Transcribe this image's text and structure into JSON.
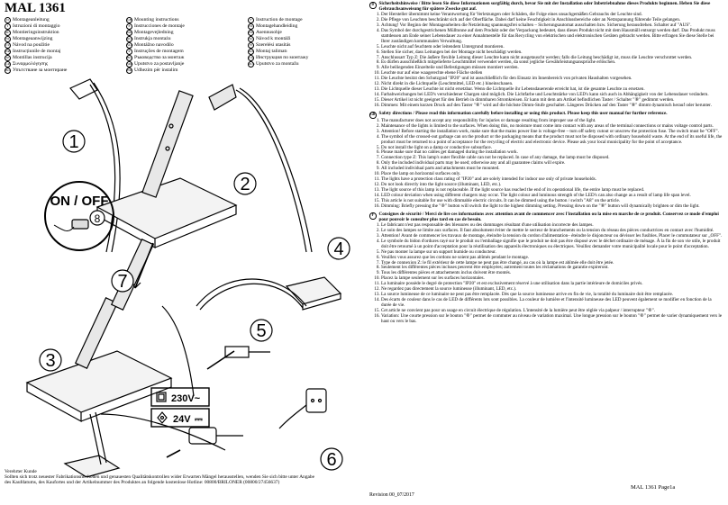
{
  "title": "MAL 1361",
  "languages": [
    {
      "code": "D",
      "text": "Montageanleitung"
    },
    {
      "code": "GB",
      "text": "Mounting instructions"
    },
    {
      "code": "F",
      "text": "Instruction de montage"
    },
    {
      "code": "I",
      "text": "Istruzioni di montaggio"
    },
    {
      "code": "E",
      "text": "Instrucciones de montaje"
    },
    {
      "code": "NL",
      "text": "Montagehandleiding"
    },
    {
      "code": "PL",
      "text": "Montieringsinstruktion"
    },
    {
      "code": "DK",
      "text": "Montagevejledning"
    },
    {
      "code": "FIN",
      "text": "Asennusohje"
    },
    {
      "code": "NL",
      "text": "Montageaanwijzing"
    },
    {
      "code": "RUS",
      "text": "Instrukja montażu"
    },
    {
      "code": "SK",
      "text": "Návod k montáži"
    },
    {
      "code": "CZ",
      "text": "Návod na použitie"
    },
    {
      "code": "SLO",
      "text": "Montážno navodilo"
    },
    {
      "code": "H",
      "text": "Szerelési utasítás"
    },
    {
      "code": "HR",
      "text": "Instrucțiunile de montaj"
    },
    {
      "code": "P",
      "text": "Instruções de montagem"
    },
    {
      "code": "RO",
      "text": "Montaj talimatı"
    },
    {
      "code": "SE",
      "text": "Montillas instrucija"
    },
    {
      "code": "BG",
      "text": "Ръководство за монтаж"
    },
    {
      "code": "UA",
      "text": "Инструкция по монтажу"
    },
    {
      "code": "GR",
      "text": "Συναρμολόγησης"
    },
    {
      "code": "SRB",
      "text": "Uputstvo za postavljanje"
    },
    {
      "code": "RUS",
      "text": "Uputstvo za montažu"
    },
    {
      "code": "BG",
      "text": "Упътстване за монтиране"
    },
    {
      "code": "HR",
      "text": "Udhezim për instalim"
    }
  ],
  "illustration": {
    "step1": "1",
    "step2": "2",
    "step3": "3",
    "step4": "4",
    "step5": "5",
    "step6": "6",
    "step7": "7",
    "step8": "8",
    "switch_label": "ON / OFF",
    "voltage_230": "230V~",
    "voltage_24": "24V",
    "voltage_24_sym": "⎓"
  },
  "footer": {
    "lines": [
      "Verehrter Kunde",
      "Sollten sich trotz neuester Fabrikationsmethoden und genauesten Qualitätskontrollen wider Erwarten Mängel herausstellen, wenden Sie sich bitte unter Angabe",
      "des Kaufdatums, des Kaufortes und der Artikelnummer des Produktes an folgende kostenlose Hotline: 00800/BRILONER (00800/27456637)"
    ]
  },
  "sections": [
    {
      "code": "D",
      "heading": "Sicherheitshinweise / Bitte lesen Sie diese Informationen sorgfältig durch, bevor Sie mit der Installation oder Inbetriebnahme dieses Produkts beginnen. Heben Sie diese Gebrauchsanweisung für spätere Zwecke gut auf.",
      "items": [
        "Der Hersteller übernimmt keine Verantwortung für Verletzungen oder Schäden, die Folge eines unsachgemäßen Gebrauchs der Leuchte sind.",
        "Die Pflege von Leuchten beschränkt sich auf der Oberfläche. Dabei darf keine Feuchtigkeit in Anschlussbereiche oder an Netzspannung führende Teile gelangen.",
        "Achtung! Vor Beginn der Montagearbeiten die Netzleitung spannungsfrei schalten – Sicherungsautomat ausschalten bzw. Sicherung herausdrehen. Schalter auf \"AUS\".",
        "Das Symbol der durchgestrichenen Mülltonne auf dem Produkt oder der Verpackung bedeutet, dass dieses Produkt nicht mit dem Hausmüll entsorgt werden darf. Das Produkt muss stattdessen am Ende seiner Lebensdauer zu einer Annahmestelle für das Recycling von elektrischen und elektronischen Geräten gebracht werden. Bitte erfragen Sie diese Stelle bei Ihrer zuständigen kommunalen Verwaltung.",
        "Leuchte nicht auf feuchtem oder leitendem Untergrund montieren.",
        "Stellen Sie sicher, dass Leitungen bei der Montage nicht beschädigt werden.",
        "Anschlussart Typ Z: Die äußere flexible Leitung dieser Leuchte kann nicht ausgetauscht werden; falls die Leitung beschädigt ist, muss die Leuchte verschrottet werden.",
        "Es dürfen ausschließlich mitgelieferte Leuchtmittel verwendet werden, da sonst jegliche Gewährleistungsansprüche erlöschen.",
        "Alle beiliegenden Einzelteile und Befestigungen müssen montiert werden.",
        "Leuchte nur auf eine waagerechte ebene Fläche stellen",
        "Die Leuchte besitzt den Schutzgrad \"IP20\" und ist ausschließlich für den Einsatz im Innenbereich von privaten Haushalten vorgesehen.",
        "Nicht direkt in die Lichtquelle (Leuchtmittel, LED etc.) hineinschauen.",
        "Die Lichtquelle dieser Leuchte ist nicht ersetzbar. Wenn die Lichtquelle ihr Lebensdauerende erreicht hat, ist die gesamte Leuchte zu ersetzen.",
        "Farbabweichungen bei LED's verschiedener Chargen sind möglich. Die Lichtfarbe und Leuchtstärke von LED's kann sich auch in Abhängigkeit von der Lebensdauer verändern.",
        "Dieser Artikel ist nicht geeignet für den Betrieb in dimmbaren Stromkreisen. Er kann mit dem am Artikel befindlichen Taster / Schalter \"⑧\" gedimmt werden.",
        "Dimmen: Mit einem kurzen Druck auf den Taster \"⑧\" wird auf die höchste Dimm-Stufe geschaltet. Längeres Drücken auf den Taster \"⑧\" dimmt dynamisch herauf oder herunter."
      ]
    },
    {
      "code": "GB",
      "heading": "Safety directions / Please read this information carefully before installing or using this product. Please keep this user manual for further reference.",
      "items": [
        "The manufacturer does not accept any responsibility for injuries or damage resulting from improper use of the light.",
        "Maintenance of the lights is limited to the surfaces. When doing this, no moisture must come into contact with any areas of the terminal connections or mains voltage control parts.",
        "Attention! Before starting the installation work, make sure that the mains power line is voltage-free – turn off safety cutout or unscrew the protection fuse. The switch must be \"OFF\".",
        "The symbol of the crossed-out garbage can on the product or the packaging means that the product must not be disposed with ordinary household waste. At the end of its useful life, the product must be returned to a point of acceptance for the recycling of electric and electronic device. Please ask your local municipality for the point of acceptance.",
        "Do not install the light on a damp or conductive subsurface.",
        "Please make sure that no cables get damaged during the installation work.",
        "Connection type Z: This lamp's outer flexible cable can not be replaced. In case of any damage, the lamp must be disposed.",
        "Only the included individual parts may be used; otherwise any and all guarantee claims will expire.",
        "All included individual parts and attachments must be mounted.",
        "Place the lamp on horizontal surfaces only.",
        "The lights have a protection class rating of \"IP20\" and are solely intended for indoor use only of private households.",
        "Do not look directly into the light source (illuminant, LED, etc.).",
        "The light source of this lamp is not replaceable. If the light source has reached the end of its operational life, the entire lamp must be replaced.",
        "LED colour deviation when using different chargers may occur. The light colour and luminous strength of the LED's can also change as a result of lamp life span level.",
        "This article is not suitable for use with dimmable electric circuits. It can be dimmed using the button / switch \"A8\" on the article.",
        "Dimming: Briefly pressing the \"⑧\" button will switch the light to the highest dimming setting. Pressing down on the \"⑧\" button will dynamically brighten or dim the light."
      ]
    },
    {
      "code": "F",
      "heading": "Consignes de sécurité / Merci de lire ces informations avec attention avant de commencer avec l'installation ou la mise en marche de ce produit. Conservez ce mode d'emploi pour pouvoir le consulter plus tard en cas de besoin.",
      "items": [
        "Le fabricant n'est pas responsable des blessures ou des dommages résultant d'une utilisation incorrecte des lampes.",
        "Le soin des lampes se limite aux surfaces. Il faut absolument éviter de mettre le secteur de branchements ou la tension du réseau des pièces conductrices en contact avec l'humidité.",
        "Attention! Avant de commencer les travaux de montage, éteindre la tension du cordon d'alimentation– éteindre le disjoncteur ou dévisser les fusibles. Placer le commutateur sur „OFF\".",
        "Le symbole du bidon d'ordures rayé sur le produit ou l'emballage signifie que le produit ne doit pas être disposé avec le déchet ordinaire de ménage. À la fin de son vie utile, le produit doit être retourné à un point d'acceptation pour la réutilisation des appareils électroniques ou électriques. Veuillez demander votre municipalité locale pour le point d'acceptation.",
        "Ne pas monter la lampe sur un support humide ou conducteur.",
        "Veuillez vous assurez que les cordons ne soient pas abîmés pendant le montage.",
        "Type de connexion Z: le fil extérieur de cette lampe ne peut pas être changé, au cas où la lampe est abîmée elle doit être jetée.",
        "Seulement les différentes pièces incluses peuvent être employées; autrement toutes les réclamations de garantie expireront.",
        "Tous les différentes pièces et attachements inclus doivent être montés.",
        "Placez la lampe seulement sur les surfaces horizontales.",
        "La luminaire possède le degré de protection \"IP20\" et est exclusivement réservé à une utilisation dans la partie intérieure de domiciles privés.",
        "Ne regardez pas directement la source lumineuse (illuminant, LED, etc.).",
        "La source lumineuse de ce luminaire ne peut pas être remplacée. Dès que la source lumineuse arrive en fin de vie, la totalité du luminaire doit être remplacée.",
        "Des écarts de couleur dans le cas de LED de différents lots sont possibles. La couleur de lumière et l'intensité lumineuse des LED peuvent également se modifier en fonction de la durée de vie.",
        "Cet article ne convient pas pour un usage en circuit électrique de régulation. L'intensité de la lumière peut être réglée via palpeur / interrupteur \"⑧\".",
        "Variation: Une courte pression sur le bouton \"⑧\" permet de commuter au niveau de variation maximal. Une longue pression sur le bouton \"⑧\" permet de varier dynamiquement vers le haut ou vers le bas."
      ]
    }
  ],
  "revision": "Revision 00_07/2017",
  "page_label": "MAL 1361 Page1a"
}
